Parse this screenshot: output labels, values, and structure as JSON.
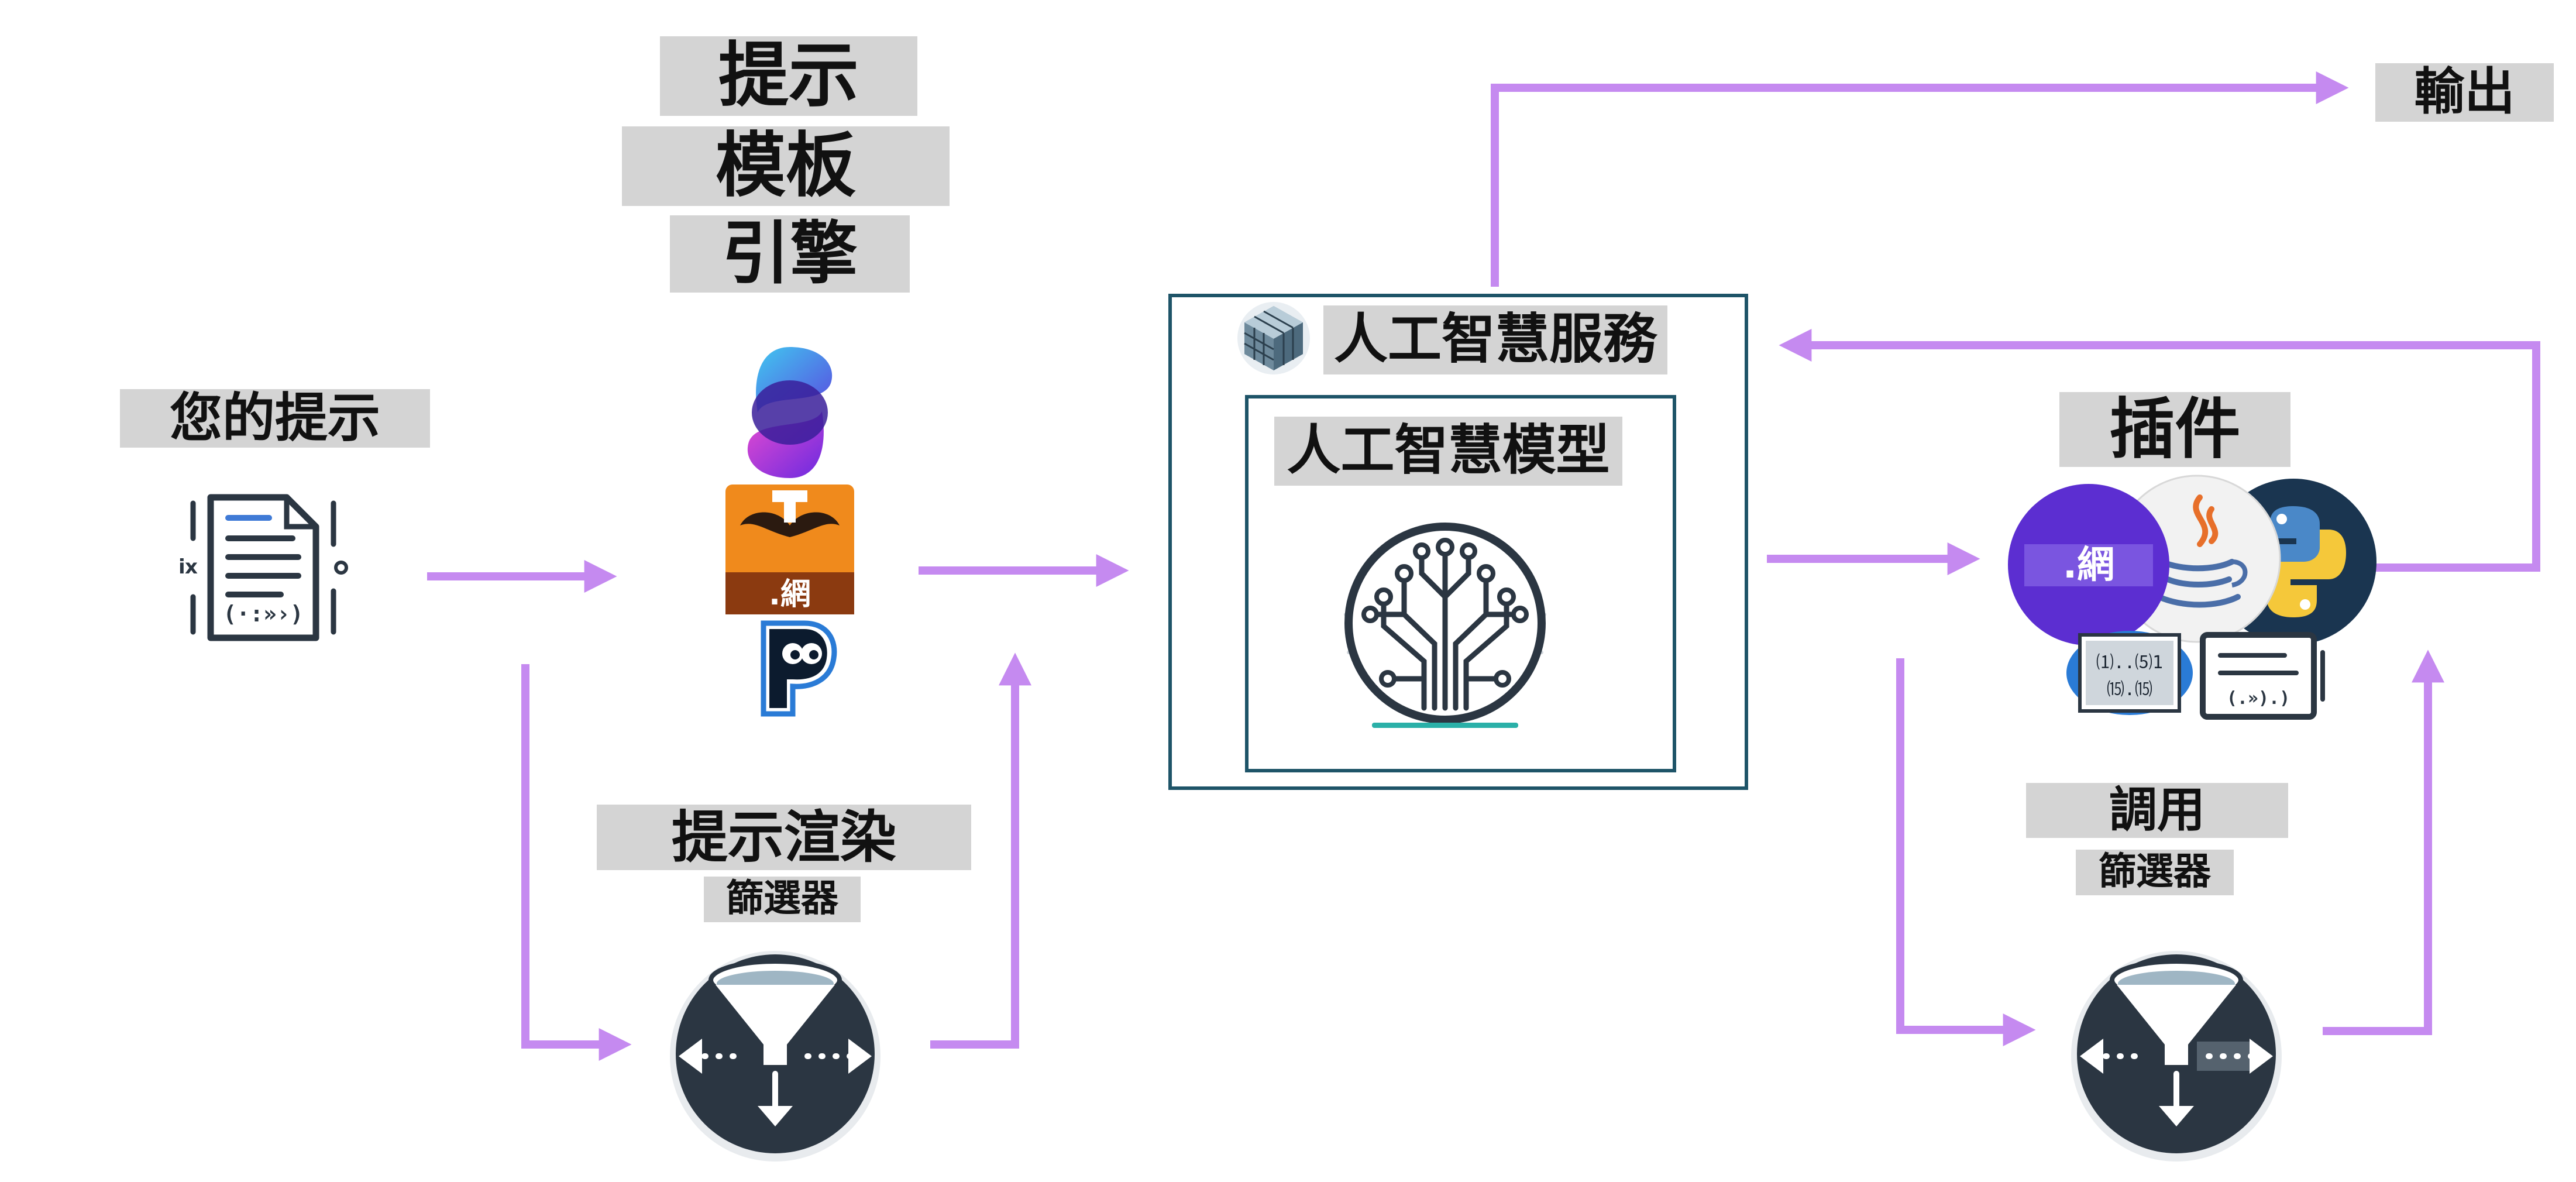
{
  "labels": {
    "template_engine": [
      "提示",
      "模板",
      "引擎"
    ],
    "your_prompt": "您的提示",
    "prompt_render": "提示渲染",
    "prompt_render_filter": "篩選器",
    "ai_service": "人工智慧服務",
    "ai_model": "人工智慧模型",
    "plugins": "插件",
    "invoke": "調用",
    "invoke_filter": "篩選器",
    "output": "輸出"
  },
  "icon_text": {
    "dotnet_logo": ".網",
    "code_left_line1": "⑴..⑸1",
    "code_left_line2": "⒂.⒂",
    "code_right": "(.»).)"
  },
  "colors": {
    "arrow": "#c58af0",
    "box_border": "#1e5468",
    "label_bg": "#d4d4d4",
    "dotnet_purple": "#5c2ed1",
    "handlebars_orange": "#f08a1c",
    "python_navy": "#1a3550",
    "dark_icon": "#2b3642"
  }
}
